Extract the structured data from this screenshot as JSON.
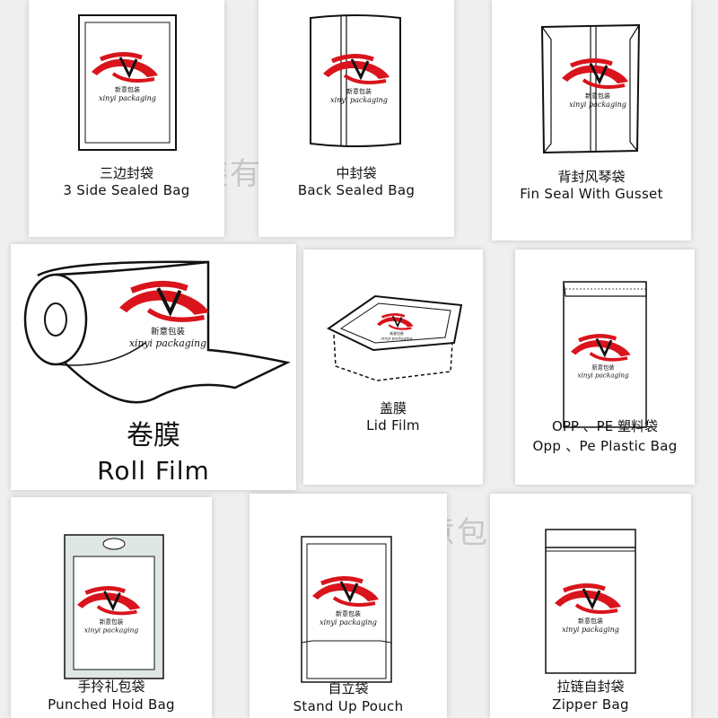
{
  "brand": {
    "logo_cn": "新意包装",
    "logo_en": "xinyi packaging",
    "logo_color": "#d9141c"
  },
  "watermark": {
    "text": "海盐新意包装有限公司",
    "color": "#9a9a9a"
  },
  "products": [
    {
      "id": "three-side",
      "cn": "三边封袋",
      "en": "3 Side Sealed Bag"
    },
    {
      "id": "back-seal",
      "cn": "中封袋",
      "en": "Back Sealed Bag"
    },
    {
      "id": "fin-seal",
      "cn": "背封风琴袋",
      "en": "Fin Seal With Gusset"
    },
    {
      "id": "roll-film",
      "cn": "卷膜",
      "en": "Roll Film"
    },
    {
      "id": "lid-film",
      "cn": "盖膜",
      "en": "Lid Film"
    },
    {
      "id": "opp-pe",
      "cn": "OPP 、PE 塑料袋",
      "en": "Opp 、Pe Plastic Bag"
    },
    {
      "id": "punched",
      "cn": "手拎礼包袋",
      "en": "Punched Hoid Bag"
    },
    {
      "id": "stand-up",
      "cn": "自立袋",
      "en": "Stand Up Pouch"
    },
    {
      "id": "zipper",
      "cn": "拉链自封袋",
      "en": "Zipper Bag"
    }
  ]
}
